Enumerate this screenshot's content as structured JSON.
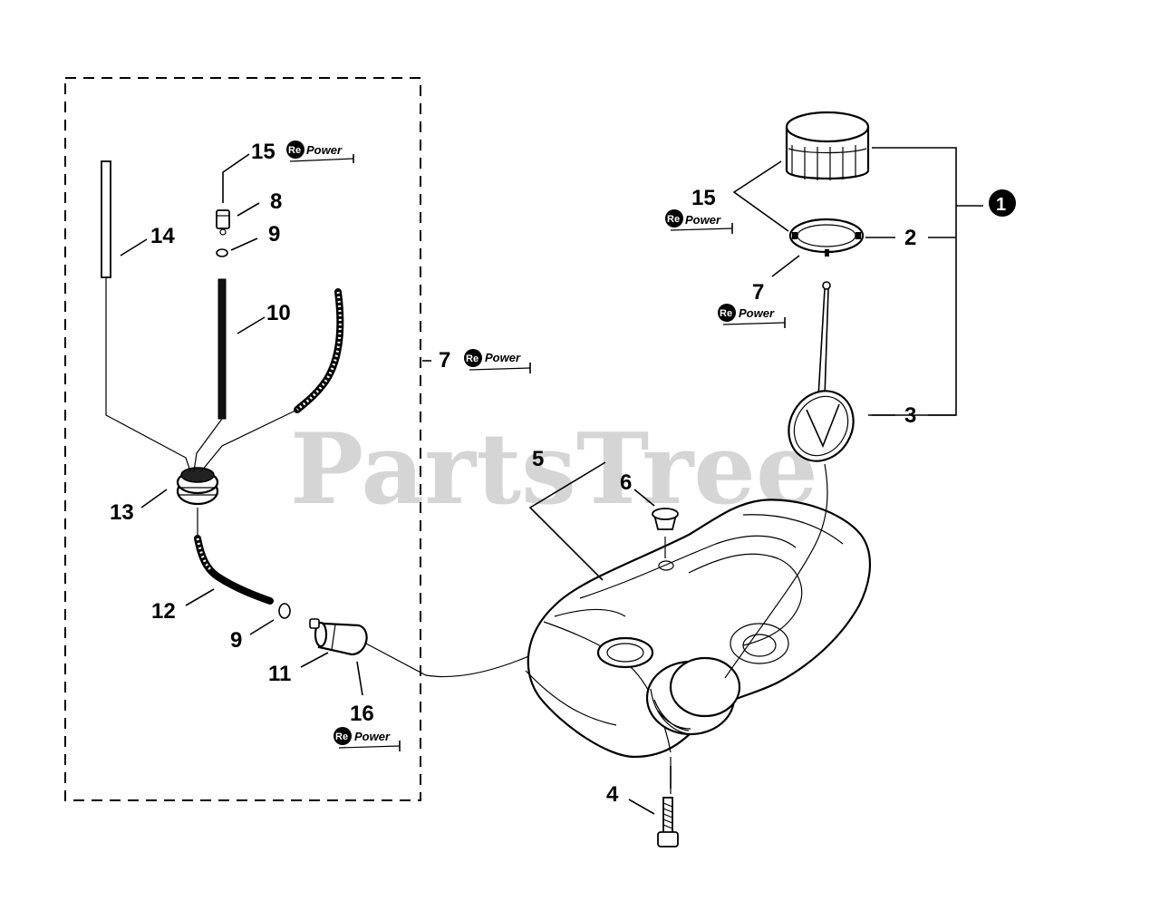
{
  "watermark": "PartsTree",
  "repower_badge": "Re",
  "repower_text": "Power",
  "callouts": {
    "c1": "1",
    "c2": "2",
    "c3": "3",
    "c4": "4",
    "c5": "5",
    "c6": "6",
    "c7_kit": "7",
    "c7_cap": "7",
    "c8": "8",
    "c9_top": "9",
    "c9_bottom": "9",
    "c10": "10",
    "c11": "11",
    "c12": "12",
    "c13": "13",
    "c14": "14",
    "c15_kit": "15",
    "c15_cap": "15",
    "c16": "16"
  }
}
